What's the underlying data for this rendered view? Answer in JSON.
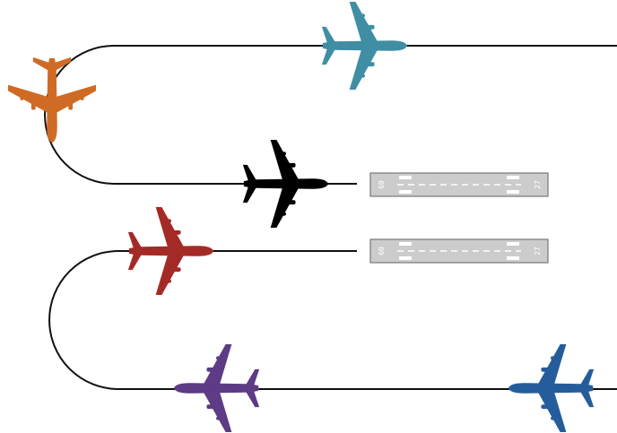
{
  "colors": {
    "background": "#ffffff",
    "track": "#111111",
    "runway_fill": "#cccccc",
    "runway_edge": "#777777",
    "runway_marking": "#ffffff"
  },
  "runways": [
    {
      "name": "upper-runway",
      "designator_left": "09",
      "designator_right": "27"
    },
    {
      "name": "lower-runway",
      "designator_left": "09",
      "designator_right": "27"
    }
  ],
  "aircraft": [
    {
      "name": "teal-aircraft",
      "color": "#3f8ea3",
      "heading": "east",
      "icon": "airplane-icon"
    },
    {
      "name": "orange-aircraft",
      "color": "#cf6b25",
      "heading": "south",
      "icon": "airplane-icon"
    },
    {
      "name": "black-aircraft",
      "color": "#000000",
      "heading": "east",
      "icon": "airplane-icon"
    },
    {
      "name": "red-aircraft",
      "color": "#a42a26",
      "heading": "east",
      "icon": "airplane-icon"
    },
    {
      "name": "purple-aircraft",
      "color": "#5d3b85",
      "heading": "west",
      "icon": "airplane-icon"
    },
    {
      "name": "blue-aircraft",
      "color": "#255d9c",
      "heading": "west",
      "icon": "airplane-icon"
    }
  ]
}
